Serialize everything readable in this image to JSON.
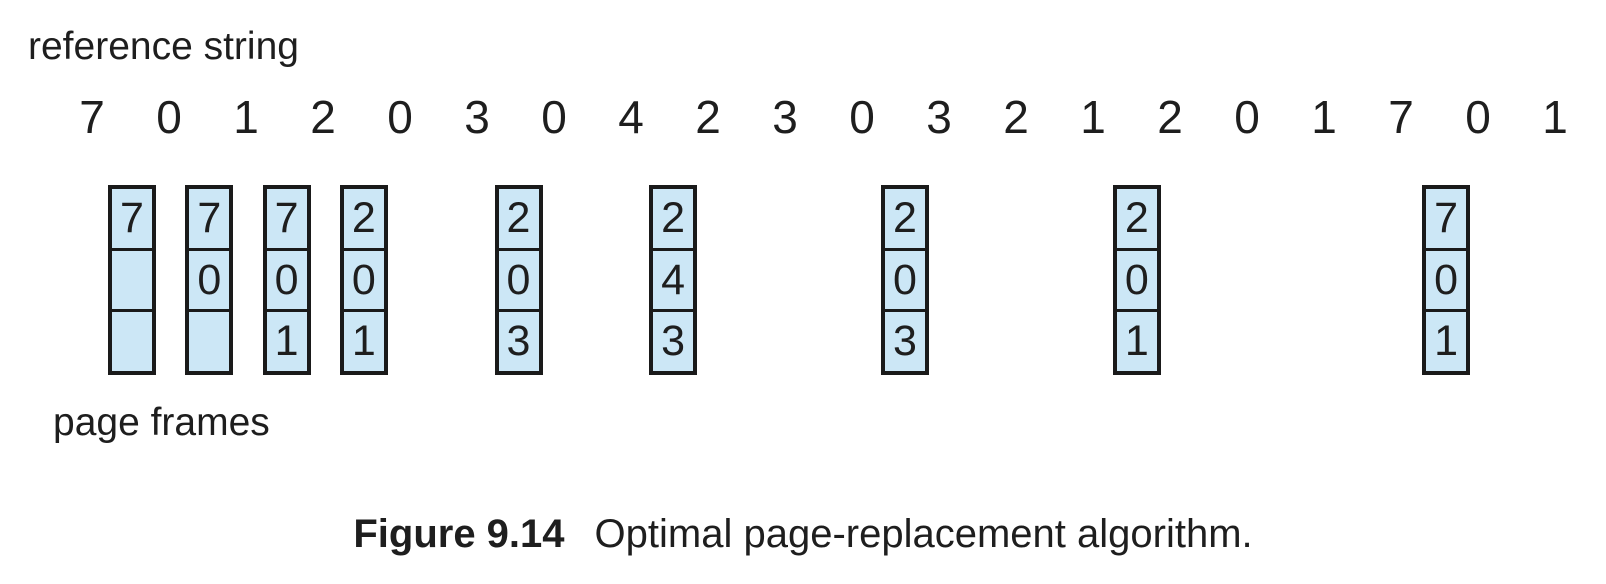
{
  "figure": {
    "reference_label": "reference string",
    "frames_label": "page frames",
    "caption_tag": "Figure 9.14",
    "caption_text": "Optimal page-replacement algorithm.",
    "reference_string": [
      "7",
      "0",
      "1",
      "2",
      "0",
      "3",
      "0",
      "4",
      "2",
      "3",
      "0",
      "3",
      "2",
      "1",
      "2",
      "0",
      "1",
      "7",
      "0",
      "1"
    ],
    "frame_columns": [
      {
        "ref_index": 0,
        "cells": [
          "7",
          "",
          ""
        ]
      },
      {
        "ref_index": 1,
        "cells": [
          "7",
          "0",
          ""
        ]
      },
      {
        "ref_index": 2,
        "cells": [
          "7",
          "0",
          "1"
        ]
      },
      {
        "ref_index": 3,
        "cells": [
          "2",
          "0",
          "1"
        ]
      },
      {
        "ref_index": 5,
        "cells": [
          "2",
          "0",
          "3"
        ]
      },
      {
        "ref_index": 7,
        "cells": [
          "2",
          "4",
          "3"
        ]
      },
      {
        "ref_index": 10,
        "cells": [
          "2",
          "0",
          "3"
        ]
      },
      {
        "ref_index": 13,
        "cells": [
          "2",
          "0",
          "1"
        ]
      },
      {
        "ref_index": 17,
        "cells": [
          "7",
          "0",
          "1"
        ]
      }
    ],
    "colors": {
      "cell_fill": "#cce7f6",
      "line": "#1a1a1a",
      "text": "#1e1e1e",
      "background": "#ffffff"
    }
  }
}
